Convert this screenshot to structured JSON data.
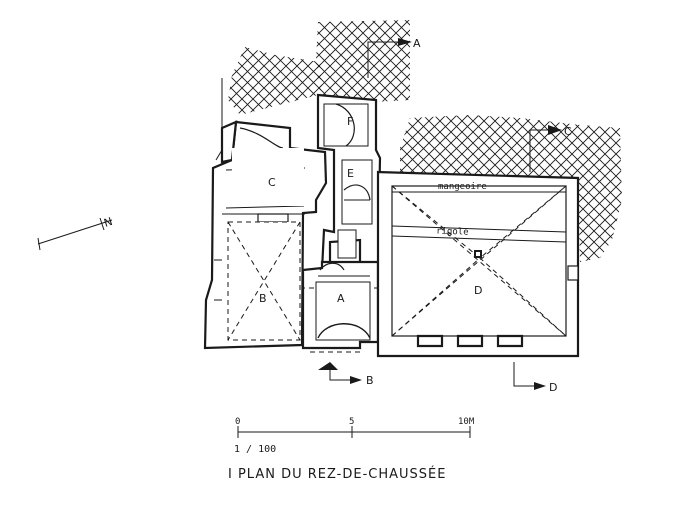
{
  "rooms": {
    "a": "A",
    "b": "B",
    "c": "C",
    "d": "D",
    "e": "E",
    "f": "F"
  },
  "annotations": {
    "mangeoire": "mangeoire",
    "rigole": "rigole"
  },
  "section_markers": {
    "a": "A",
    "b": "B",
    "c": "C",
    "d": "D"
  },
  "north_arrow": {
    "letter": "N"
  },
  "scale": {
    "ticks": [
      "0",
      "5",
      "10M"
    ],
    "ratio": "1 / 100"
  },
  "caption": "I  PLAN  DU  REZ-DE-CHAUSSÉE"
}
